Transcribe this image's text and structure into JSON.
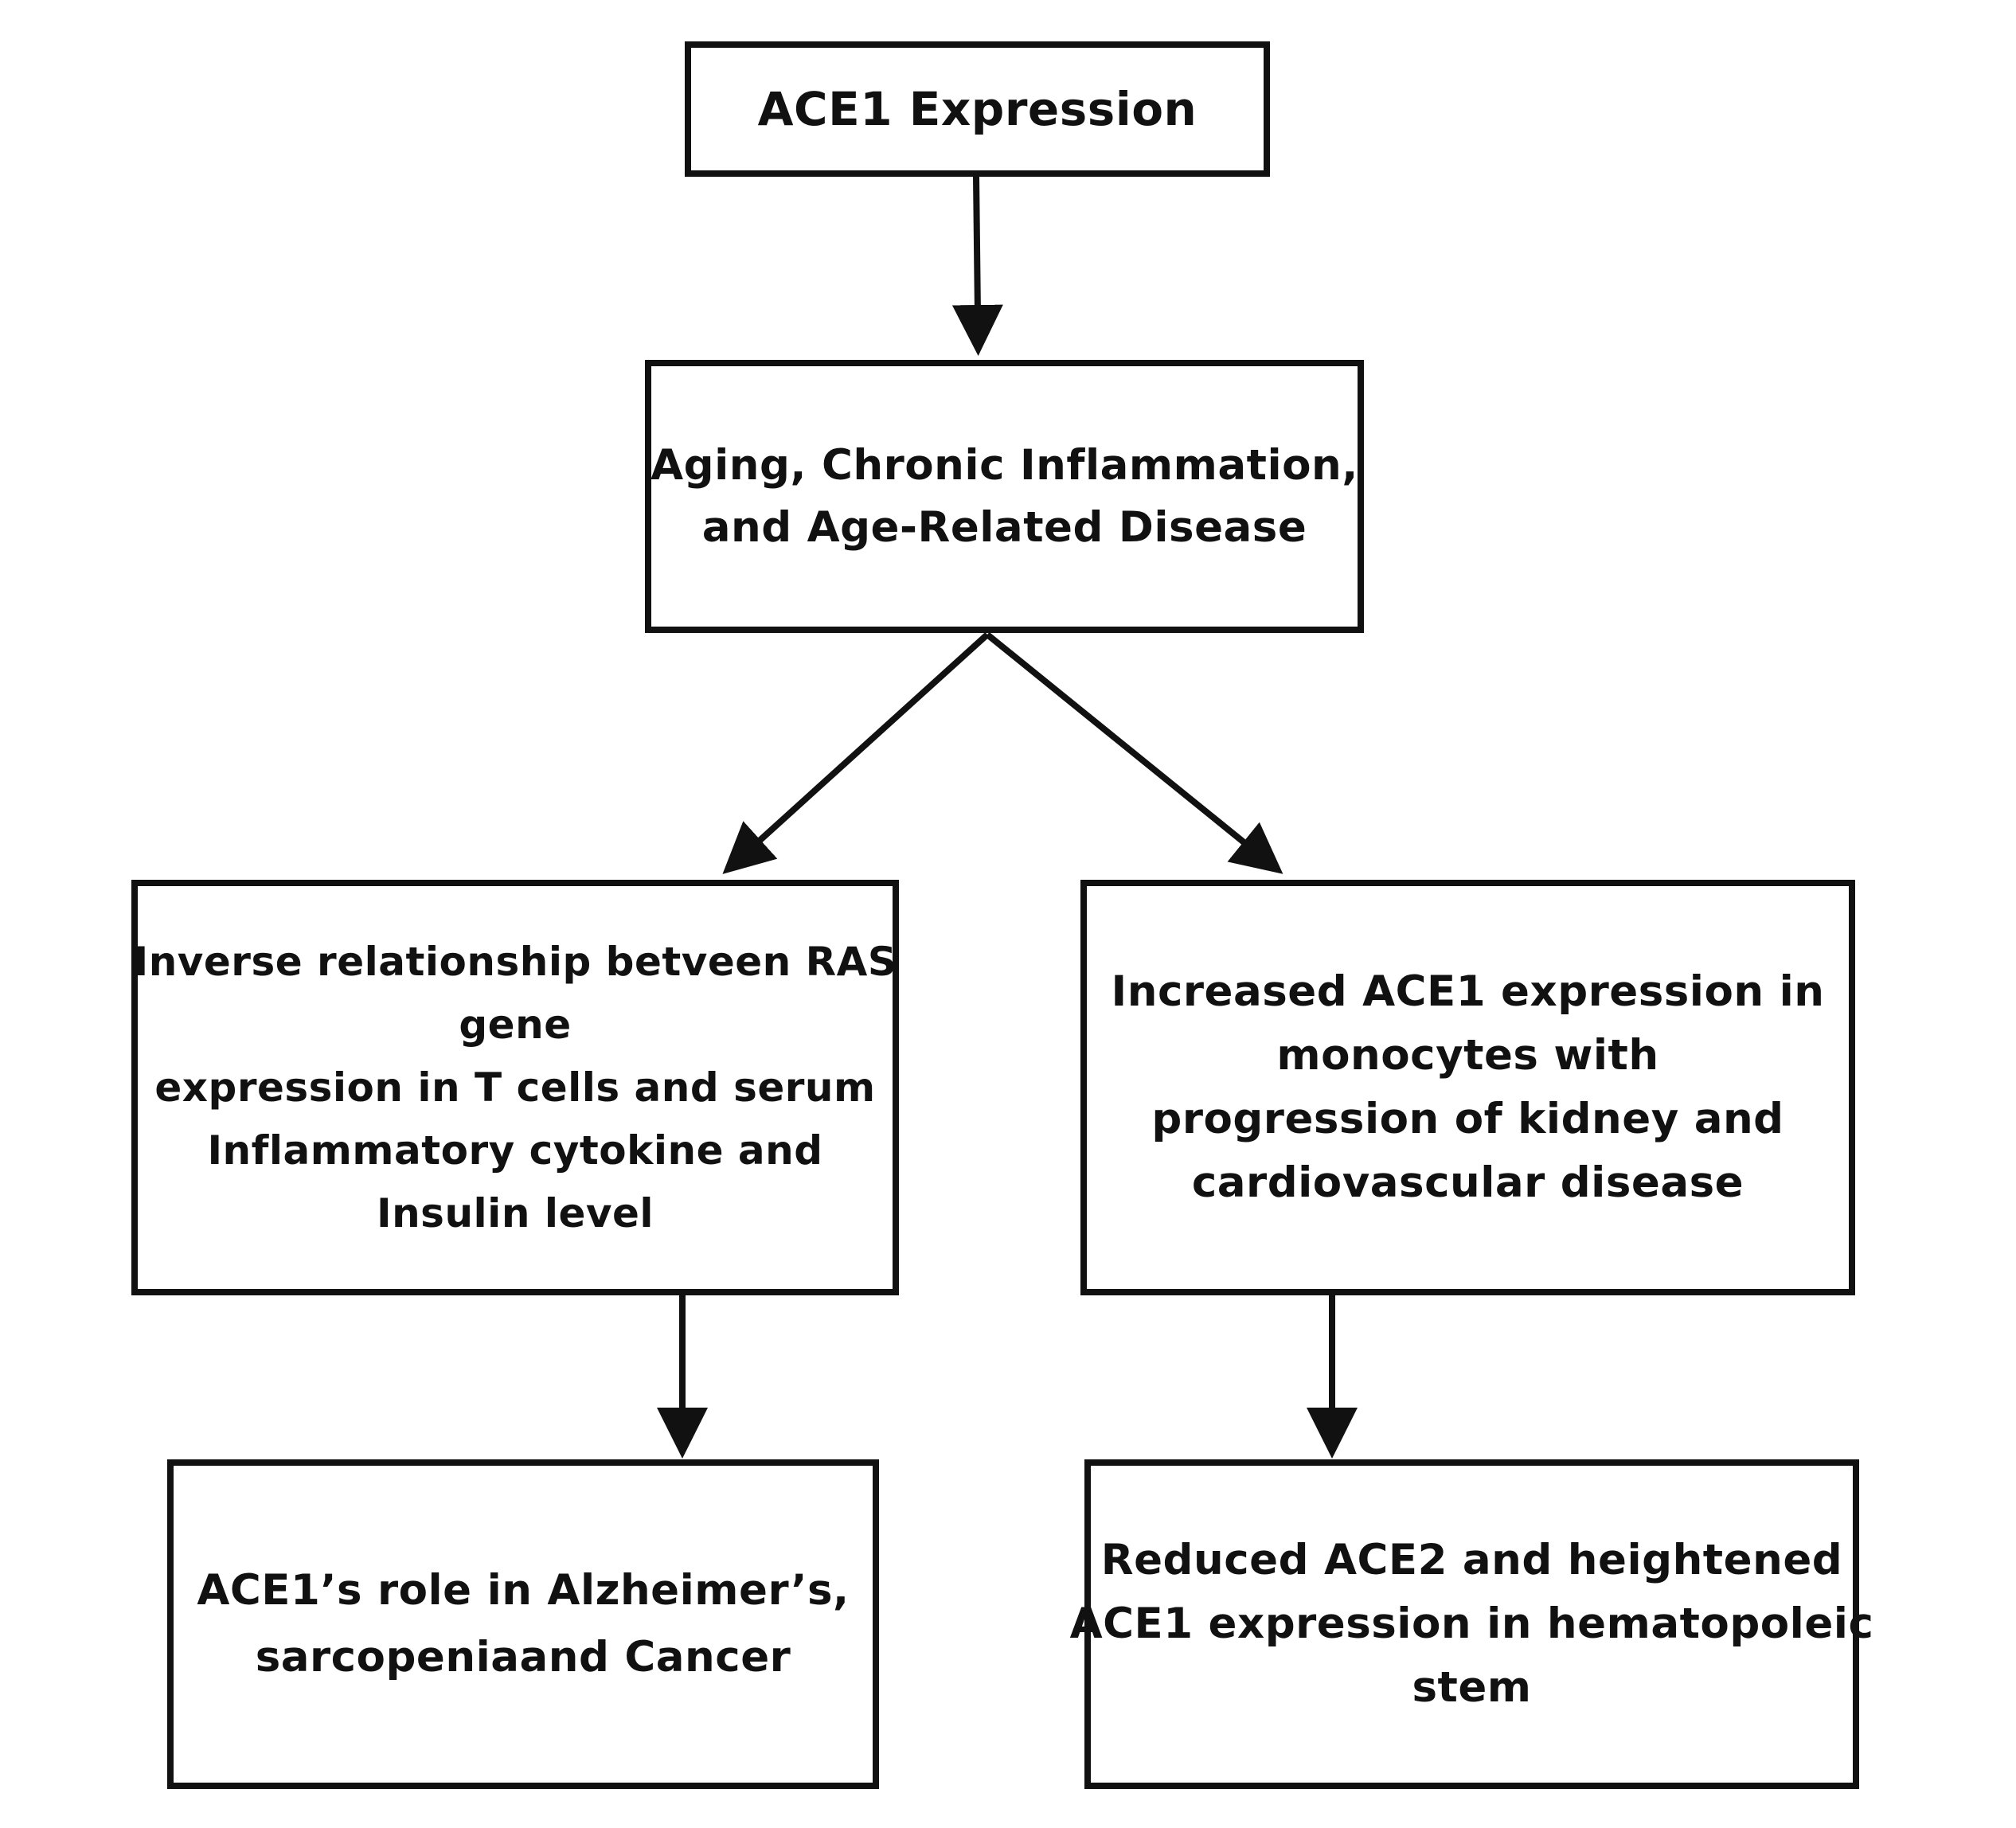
{
  "nodes": {
    "ace1_expression": {
      "lines": [
        "ACE1 Expression"
      ]
    },
    "aging": {
      "lines": [
        "Aging, Chronic Inflammation,",
        "and Age-Related Disease"
      ]
    },
    "inverse_relationship": {
      "lines": [
        "Inverse relationship betveen RAS",
        "gene",
        "expression in T cells and serum",
        "Inflammatory cytokine and",
        "Insulin level"
      ]
    },
    "increased_ace1": {
      "lines": [
        "Increased ACE1 expression in",
        "monocytes with",
        "progression of kidney and",
        "cardiovascular disease"
      ]
    },
    "ace1_role": {
      "lines": [
        "ACE1’s role in Alzheimer’s,",
        "sarcopeniaand Cancer"
      ]
    },
    "reduced_ace2": {
      "lines": [
        "Reduced ACE2 and heightened",
        "ACE1 expression in hematopoleic",
        "stem"
      ]
    }
  }
}
